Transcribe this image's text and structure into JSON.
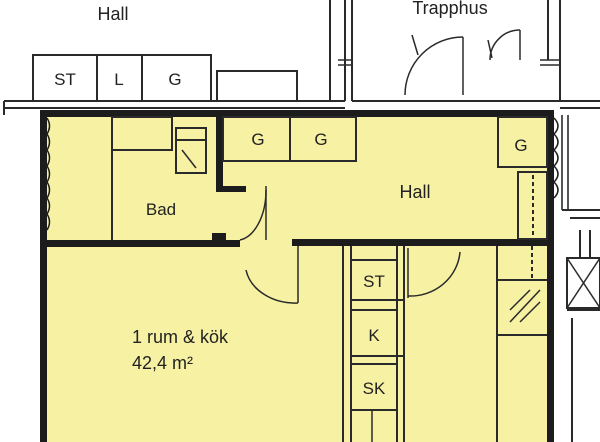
{
  "colors": {
    "fill": "#f7f1a4",
    "wall": "#1c1c1c",
    "line": "#2a2a2a",
    "paper": "#ffffff"
  },
  "labels": {
    "hall_outside": "Hall",
    "stairwell": "Trapphus",
    "outside_st": "ST",
    "outside_l": "L",
    "outside_g": "G",
    "bad": "Bad",
    "hall_inside": "Hall",
    "g1": "G",
    "g2": "G",
    "g3": "G",
    "st": "ST",
    "k": "K",
    "sk": "SK",
    "apt_type": "1 rum & kök",
    "area": "42,4 m²"
  }
}
